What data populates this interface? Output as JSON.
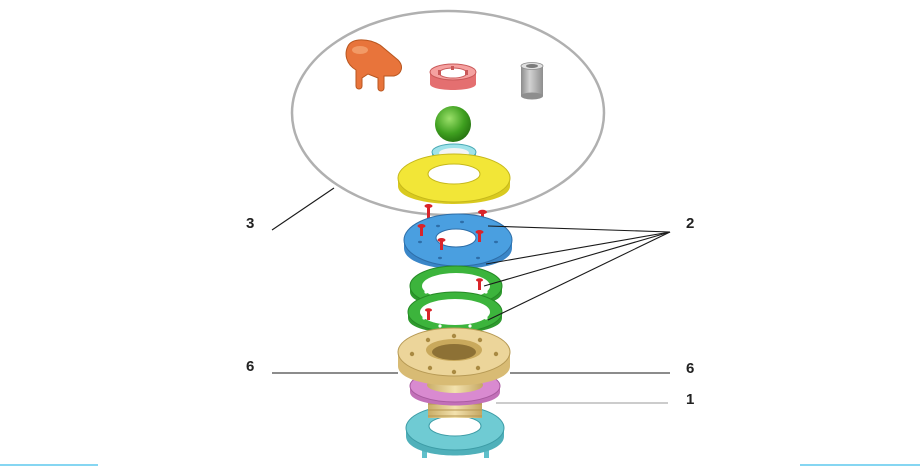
{
  "callouts": {
    "c3": "3",
    "c2": "2",
    "c6_left": "6",
    "c6_right": "6",
    "c1": "1"
  },
  "colors": {
    "orange_handle": "#e8743b",
    "pink_collar": "#f08a8a",
    "grey_tube": "#b9b9b9",
    "green_ball": "#4caf2a",
    "cyan_ring": "#7fd3dd",
    "yellow_flange": "#f2e637",
    "red_screw": "#d9242a",
    "blue_plate": "#4a9fe0",
    "green_gasket": "#3cb43c",
    "tan_body": "#ecd59a",
    "pink_nut": "#d98ad0",
    "teal_nut": "#6fcbd3",
    "ellipse_stroke": "#b0b0b0",
    "edge_accent": "#5ec8ee"
  }
}
